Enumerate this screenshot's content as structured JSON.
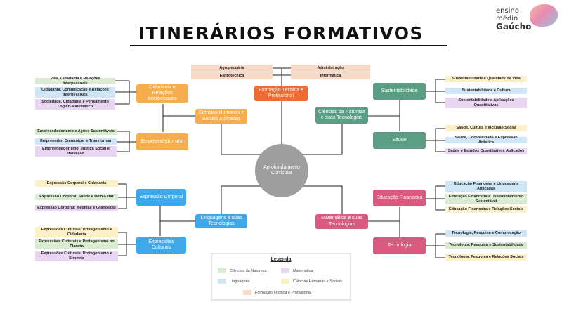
{
  "title": "ITINERÁRIOS FORMATIVOS",
  "logo": {
    "line1": "ensino",
    "line2": "médio",
    "line3": "Gaúcho"
  },
  "colors": {
    "natureza": "#d9ecd1",
    "matematica": "#e9d6f2",
    "linguagens": "#cfe6f7",
    "humanas": "#fbf0c8",
    "tecnica": "#f8d9c8",
    "orange": "#f5ad4e",
    "teal": "#5b9e86",
    "blue": "#3fa8ea",
    "pink": "#d95a7e",
    "orange_red": "#f06a34",
    "gray": "#9e9e9e"
  },
  "center": "Aprofundamento Curricular",
  "areas": {
    "humanas": "Ciências Humanas e Sociais Aplicadas",
    "natureza": "Ciências da Natureza e suas Tecnologias",
    "linguagens": "Linguagens e suas Tecnologias",
    "matematica": "Matemática e suas Tecnologias",
    "tecnica": "Formação Técnica e Profissional"
  },
  "tecnica_leaves": [
    "Agropecuária",
    "Eletrotécnica",
    "Administração",
    "Informática"
  ],
  "units": {
    "cidadania": "Cidadania e Relações Interpessoais",
    "empreendedorismo": "Empreendedorismo",
    "sustentabilidade": "Sustentabilidade",
    "saude": "Saúde",
    "expressao_corporal": "Expressão Corporal",
    "expressoes_culturais": "Expressões Culturais",
    "educacao_financeira": "Educação Financeira",
    "tecnologia": "Tecnologia"
  },
  "leaves": {
    "cidadania": [
      "Vida, Cidadania e Relações Interpessoais",
      "Cidadania, Comunicação e Relações Interpessoais",
      "Sociedade, Cidadania e Pensamento Lógico-Matemático"
    ],
    "empreendedorismo": [
      "Empreendedorismo e Ações Sustentáveis",
      "Empreender, Comunicar e Transformar",
      "Empreendedorismo, Justiça Social e Inovação"
    ],
    "sustentabilidade": [
      "Sustentabilidade e Qualidade de Vida",
      "Sustentabilidade e Cultura",
      "Sustentabilidade e Aplicações Quantitativas"
    ],
    "saude": [
      "Saúde, Cultura e Inclusão Social",
      "Saúde, Corporeidade e Expressão Artística",
      "Saúde e Estudos Quantitativos Aplicados"
    ],
    "expressao_corporal": [
      "Expressão Corporal e Cidadania",
      "Expressão Corporal, Saúde e Bem-Estar",
      "Expressão Corporal: Medidas e Grandezas"
    ],
    "expressoes_culturais": [
      "Expressões Culturais, Protagonismo e Cidadania",
      "Expressões Culturais e Protagonismo no Planeta",
      "Expressões Culturais, Protagonismo e Simetria"
    ],
    "educacao_financeira": [
      "Educação Financeira e Linguagens Aplicadas",
      "Educação Financeira e Desenvolvimento Sustentável",
      "Educação Financeira e Relações Sociais"
    ],
    "tecnologia": [
      "Tecnologia, Pesquisa e Comunicação",
      "Tecnologia, Pesquisa e Sustentabilidade",
      "Tecnologia, Pesquisa e Relações Sociais"
    ]
  },
  "legend": {
    "title": "Legenda",
    "natureza": "Ciências da Natureza",
    "matematica": "Matemática",
    "linguagens": "Linguagens",
    "humanas": "Ciências Humanas e Sociais",
    "tecnica": "Formação Técnica e Profissional"
  }
}
